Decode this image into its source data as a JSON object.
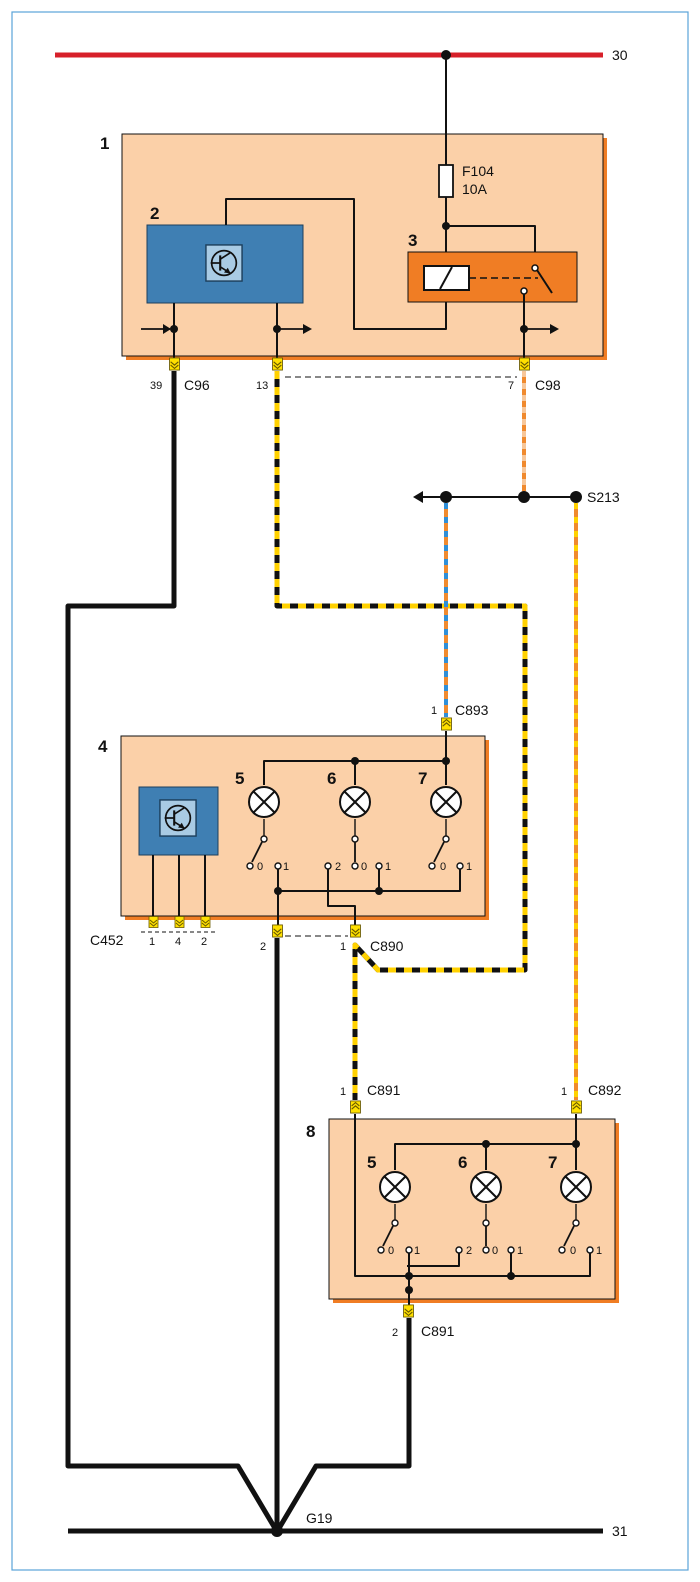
{
  "rails": {
    "top": "30",
    "bottom": "31"
  },
  "fuse": {
    "name": "F104",
    "rating": "10A"
  },
  "components": {
    "module": "1",
    "transistor_module": "2",
    "relay": "3",
    "rear_unit": "4",
    "lamp_a": "5",
    "lamp_b": "6",
    "lamp_c": "7",
    "front_unit": "8"
  },
  "connectors": {
    "c96": "C96",
    "c98": "C98",
    "s213": "S213",
    "c893": "C893",
    "c452": "C452",
    "c890": "C890",
    "c891_top": "C891",
    "c892": "C892",
    "c891_bottom": "C891",
    "g19": "G19"
  },
  "pins": {
    "c96": "39",
    "c96_b": "13",
    "c98": "7",
    "c893": "1",
    "c452": [
      "1",
      "4",
      "2"
    ],
    "c890_a": "2",
    "c890_b": "1",
    "c891_top": "1",
    "c892": "1",
    "c891_bottom": "2"
  },
  "switch_pos": {
    "zero": "0",
    "one": "1",
    "two": "2"
  },
  "colors": {
    "power": "#d7202a",
    "box_fill": "#fbd0a8",
    "box_shadow": "#f07d24",
    "module_blue": "#3f7fb3",
    "relay_orange": "#f07d24",
    "wire_black": "#111111",
    "wire_yellow": "#ffd100",
    "wire_orange": "#f08a2e",
    "wire_blue": "#2f8fd8",
    "connector": "#ffe000",
    "frame": "#5ba3d8"
  }
}
